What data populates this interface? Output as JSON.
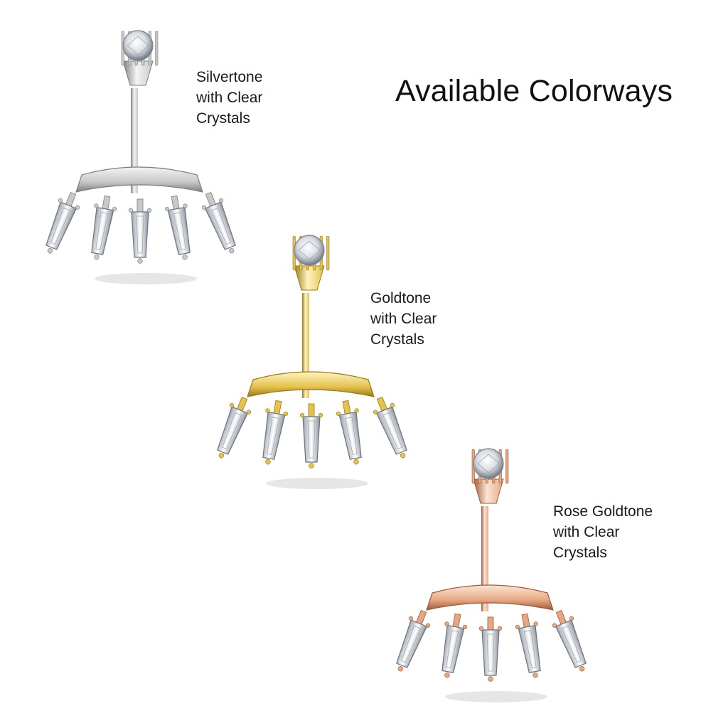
{
  "title": "Available Colorways",
  "variants": [
    {
      "id": "silver",
      "lines": [
        "Silvertone",
        "with Clear",
        "Crystals"
      ],
      "metal": {
        "light": "#f4f4f4",
        "mid": "#c8c8c8",
        "dark": "#7e7e7e"
      }
    },
    {
      "id": "gold",
      "lines": [
        "Goldtone",
        "with Clear",
        "Crystals"
      ],
      "metal": {
        "light": "#fff3c2",
        "mid": "#e3c24e",
        "dark": "#9a7a16"
      }
    },
    {
      "id": "rose",
      "lines": [
        "Rose Goldtone",
        "with Clear",
        "Crystals"
      ],
      "metal": {
        "light": "#fde4d4",
        "mid": "#e6a882",
        "dark": "#9c5a3a"
      }
    }
  ]
}
